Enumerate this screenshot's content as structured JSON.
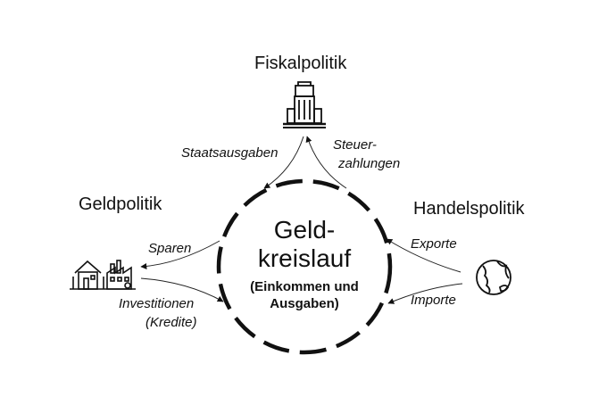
{
  "fiscal": {
    "title": "Fiskalpolitik",
    "icon": "government-building-icon",
    "flows": {
      "spending": "Staatsausgaben",
      "taxes_line1": "Steuer-",
      "taxes_line2": "zahlungen"
    }
  },
  "monetary": {
    "title": "Geldpolitik",
    "icons": [
      "house-icon",
      "factory-icon"
    ],
    "flows": {
      "saving": "Sparen",
      "investing_line1": "Investitionen",
      "investing_line2": "(Kredite)"
    }
  },
  "trade": {
    "title": "Handelspolitik",
    "icon": "globe-icon",
    "flows": {
      "exports": "Exporte",
      "imports": "Importe"
    }
  },
  "center": {
    "line1": "Geld-",
    "line2": "kreislauf",
    "line3": "(Einkommen und",
    "line4": "Ausgaben)"
  },
  "colors": {
    "ink": "#111111",
    "background": "#ffffff"
  }
}
